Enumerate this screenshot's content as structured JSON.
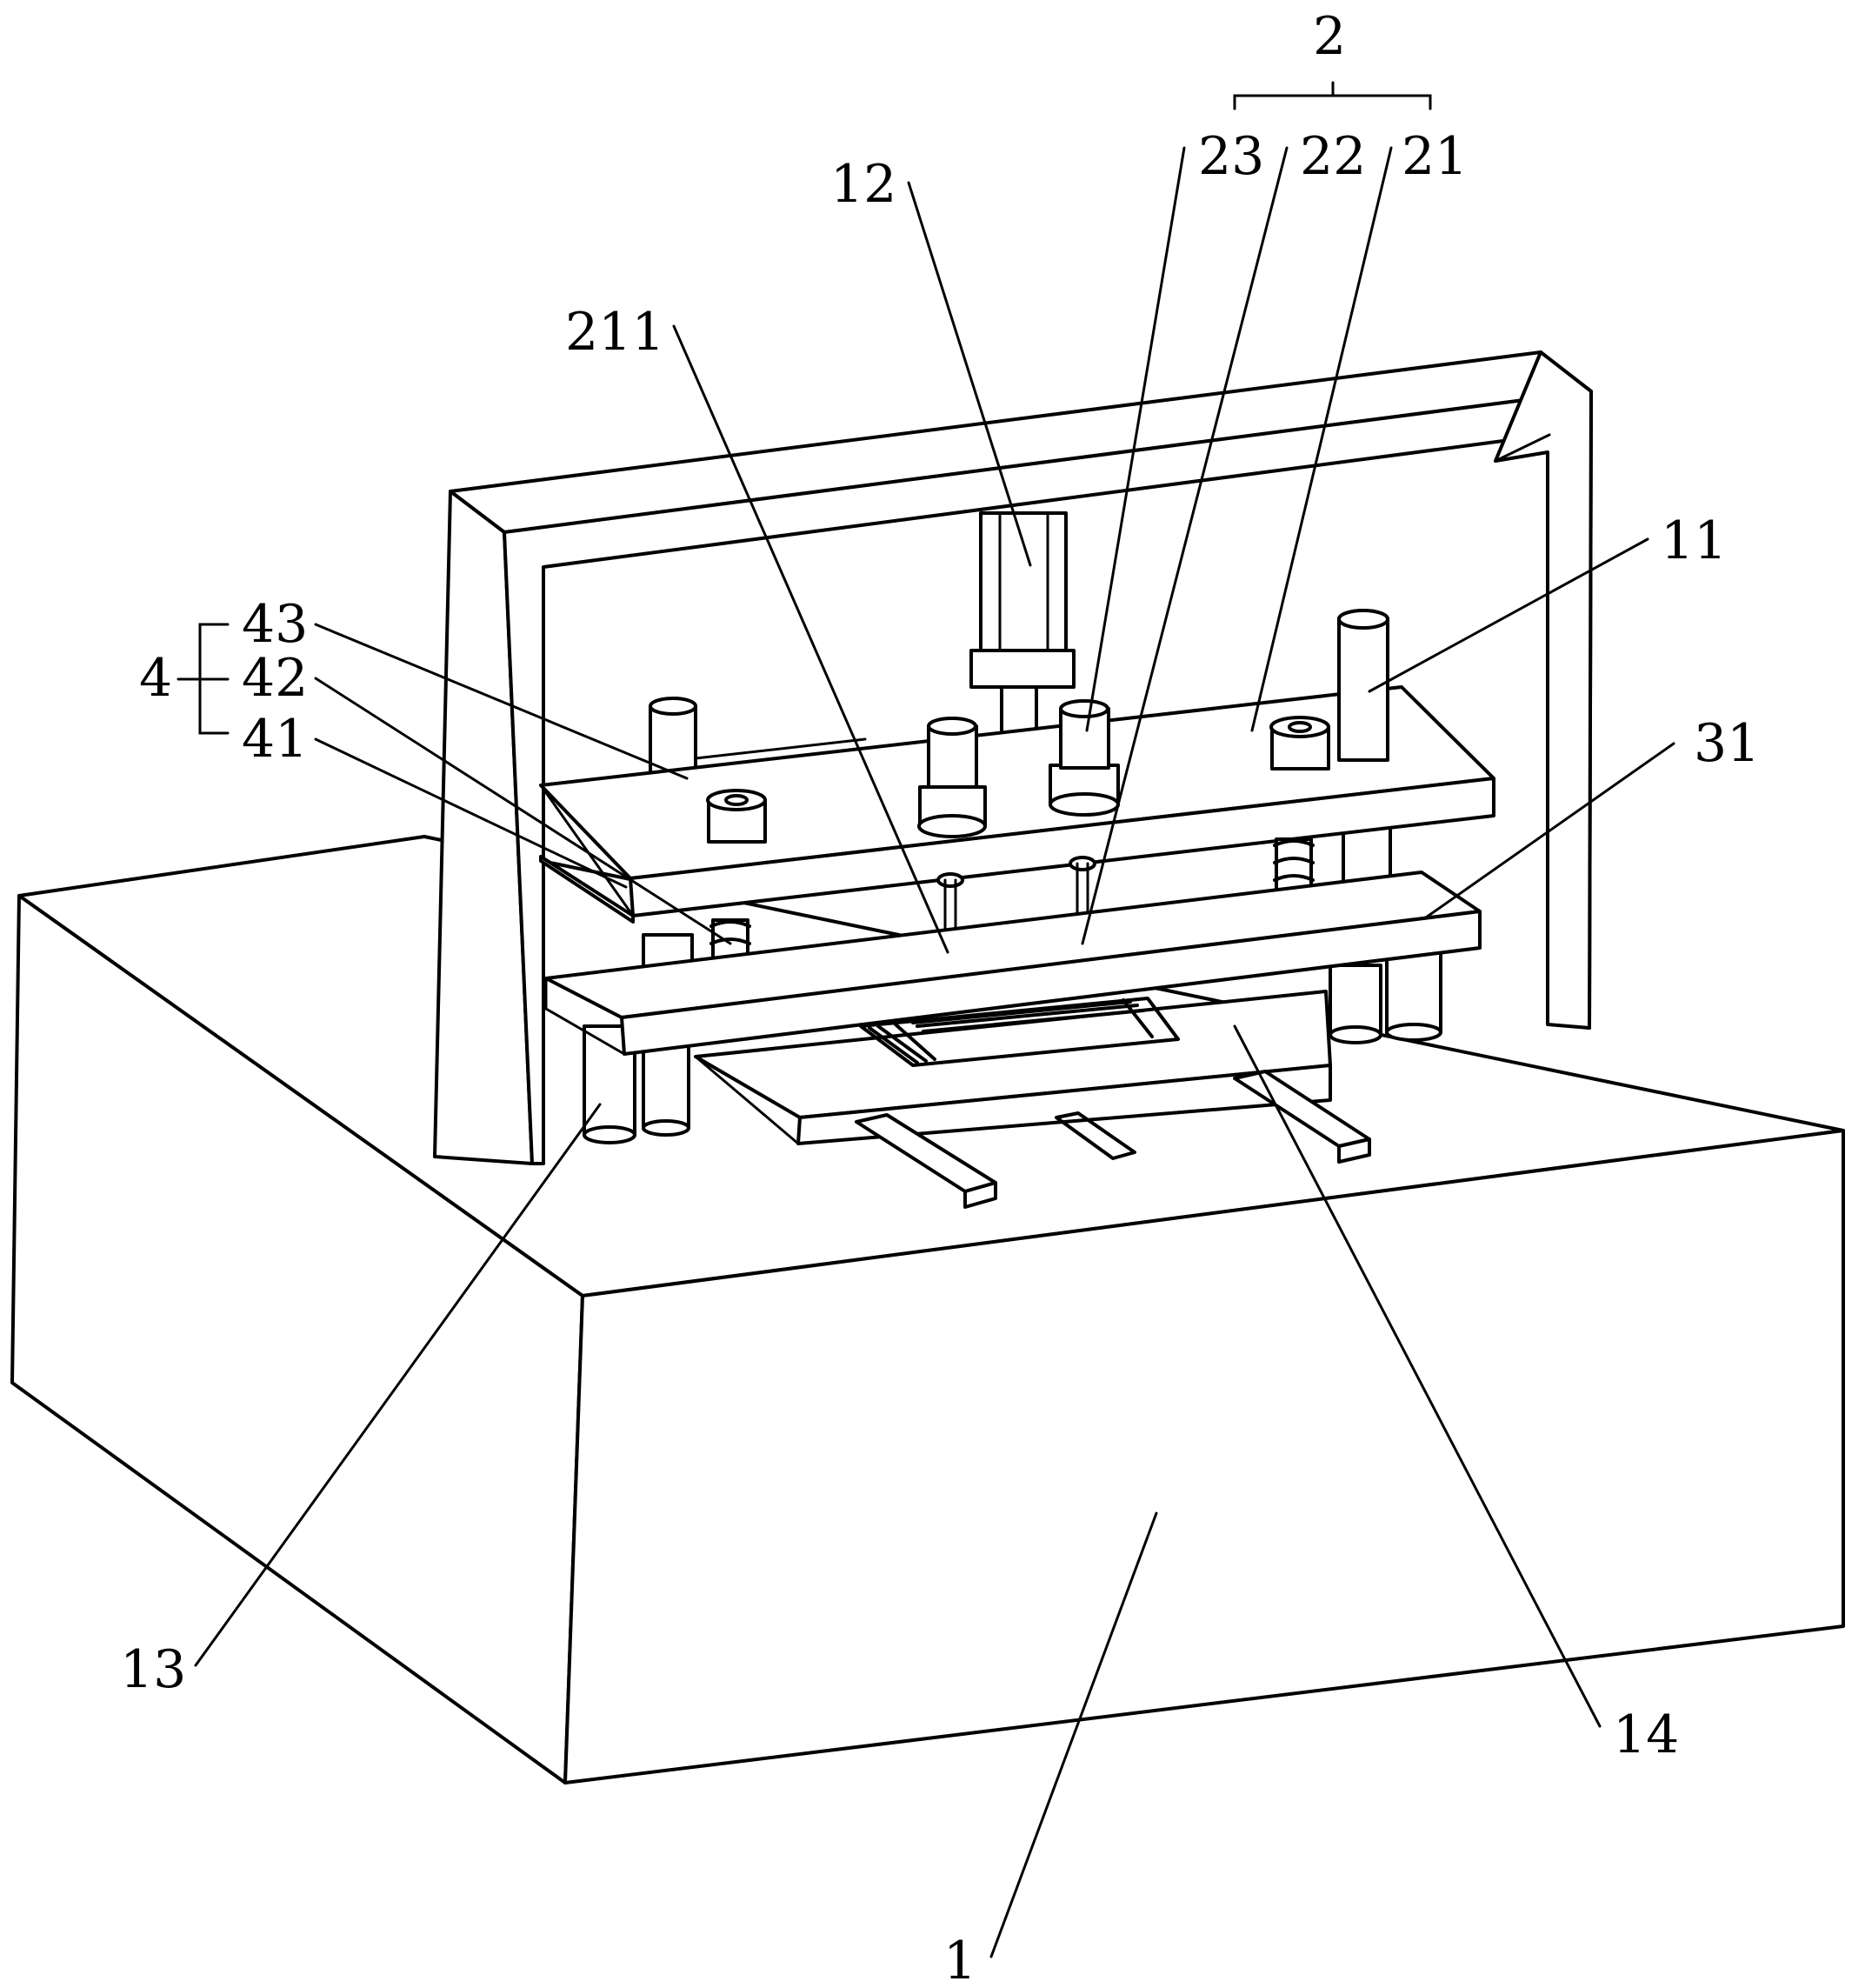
{
  "figure": {
    "labels": {
      "l1": "1",
      "l2": "2",
      "l4": "4",
      "l11": "11",
      "l12": "12",
      "l13": "13",
      "l14": "14",
      "l21": "21",
      "l22": "22",
      "l23": "23",
      "l31": "31",
      "l41": "41",
      "l42": "42",
      "l43": "43",
      "l211": "211"
    }
  }
}
